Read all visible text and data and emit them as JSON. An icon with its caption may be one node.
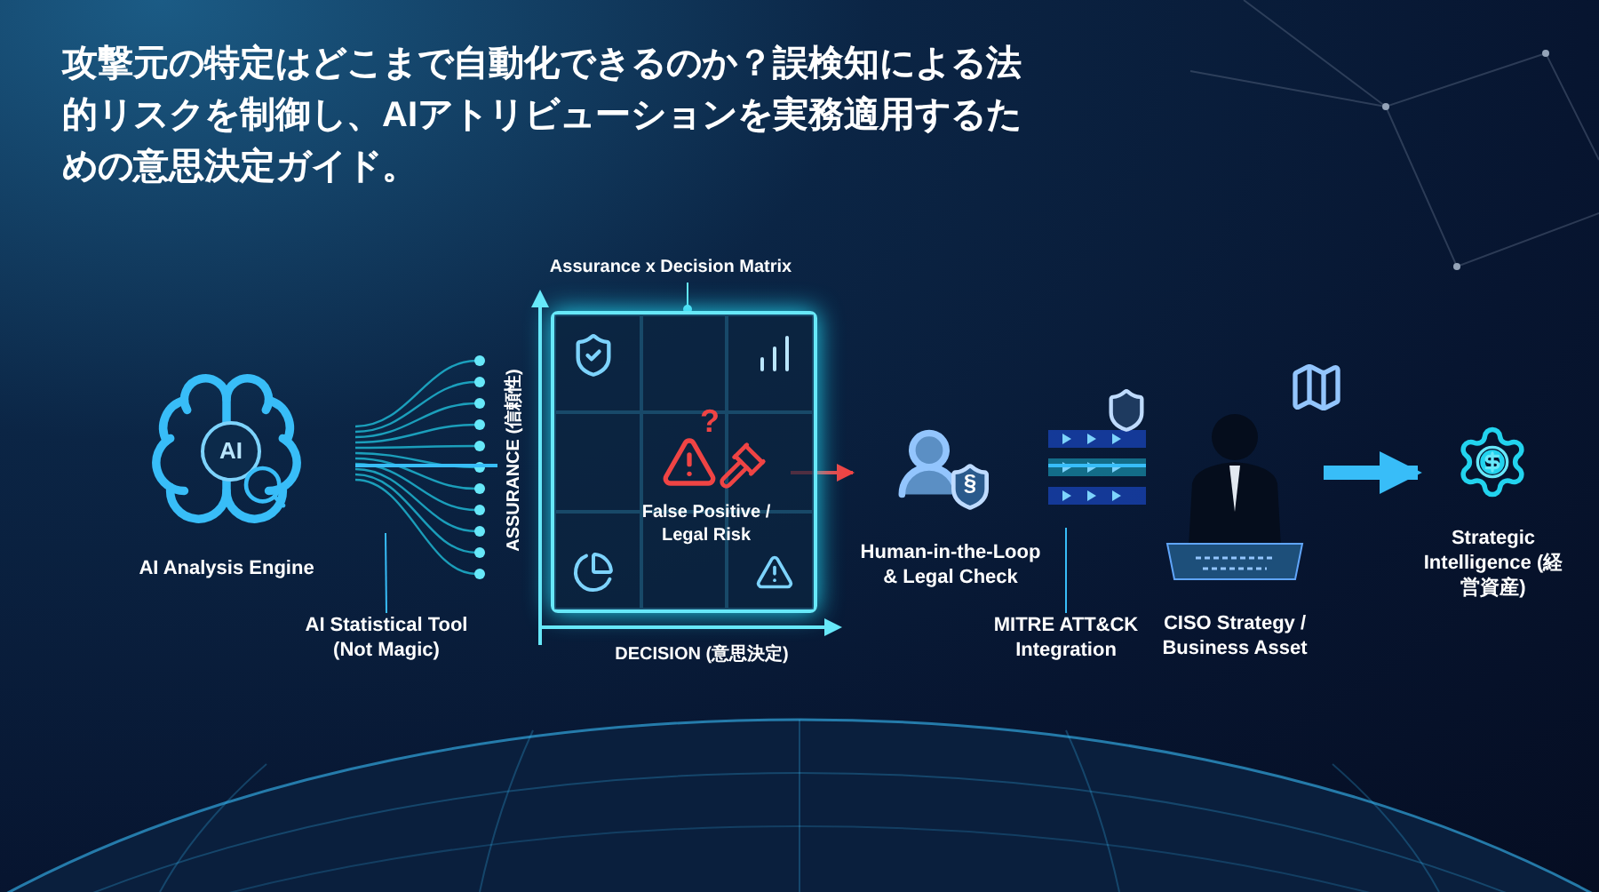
{
  "diagram": {
    "title": "攻撃元の特定はどこまで自動化できるのか？誤検知による法的リスクを制御し、AIアトリビューションを実務適用するための意思決定ガイド。",
    "nodes": [
      {
        "text": [
          "AI Analysis Engine"
        ]
      },
      {
        "text": [
          "Assurance x Decision Matrix"
        ]
      },
      {
        "text": [
          "False Positive / Legal Risk"
        ],
        "in": 1
      },
      {
        "text": [
          "Human-in-the-Loop & Legal Check"
        ]
      },
      {
        "text": [
          "CISO Strategy / Business Asset"
        ]
      },
      {
        "text": [
          "Strategic Intelligence (経営資産)"
        ]
      },
      {
        "text": [
          "AI Statistical Tool (Not Magic)"
        ]
      },
      {
        "text": [
          "MITRE ATT&CK Integration"
        ]
      }
    ],
    "edges": [
      {
        "from": 0,
        "to": 1,
        "arrow": "none"
      },
      {
        "from": 2,
        "to": 3,
        "arrow": "to",
        "color": "#ef4444"
      },
      {
        "from": 3,
        "to": 4,
        "arrow": "none"
      },
      {
        "from": 4,
        "to": 5,
        "arrow": "to",
        "style": "thick"
      },
      {
        "from": 6,
        "to": null,
        "arrow": "none"
      },
      {
        "from": 7,
        "to": null,
        "arrow": "none"
      }
    ],
    "labels": [
      "AI",
      "ASSURANCE (信頼性)",
      "DECISION (意思決定)",
      "?",
      "§"
    ]
  }
}
